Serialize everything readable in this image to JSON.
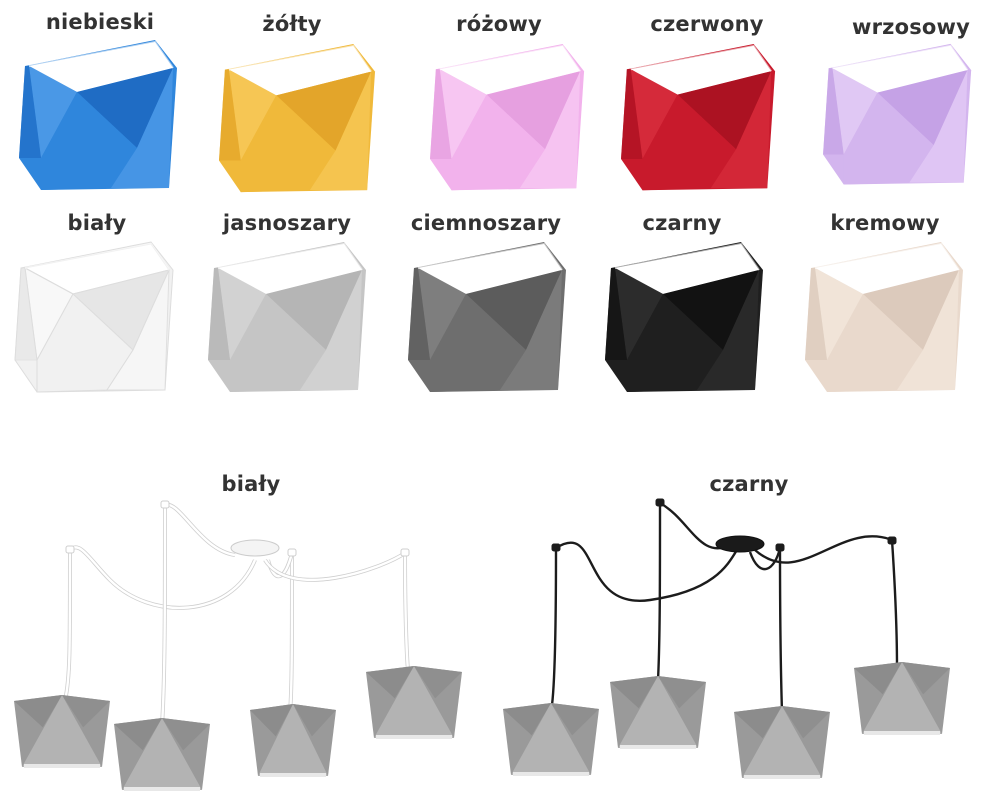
{
  "swatches": [
    {
      "name": "niebieski",
      "color": "#2f86dc",
      "dark": "#1f6cc4",
      "light": "#4a98e6"
    },
    {
      "name": "żółty",
      "color": "#f0b93a",
      "dark": "#e3a52a",
      "light": "#f6c654"
    },
    {
      "name": "różowy",
      "color": "#f2b2ec",
      "dark": "#e6a0e0",
      "light": "#f7c6f2"
    },
    {
      "name": "czerwony",
      "color": "#c81a2c",
      "dark": "#ac1222",
      "light": "#d52a3a"
    },
    {
      "name": "wrzosowy",
      "color": "#d3b5ee",
      "dark": "#c5a2e6",
      "light": "#e0c8f4"
    },
    {
      "name": "biały",
      "color": "#f1f1f1",
      "dark": "#e6e6e6",
      "light": "#f8f8f8"
    },
    {
      "name": "jasnoszary",
      "color": "#c5c5c5",
      "dark": "#b5b5b5",
      "light": "#d2d2d2"
    },
    {
      "name": "ciemnoszary",
      "color": "#6e6e6e",
      "dark": "#5c5c5c",
      "light": "#7e7e7e"
    },
    {
      "name": "czarny",
      "color": "#1f1f1f",
      "dark": "#121212",
      "light": "#2c2c2c"
    },
    {
      "name": "kremowy",
      "color": "#e9d9cc",
      "dark": "#dccabc",
      "light": "#f1e4d8"
    }
  ],
  "lamps": [
    {
      "label": "biały",
      "cord_color": "#ffffff",
      "cord_outline": "#cfcfcf",
      "canopy_color": "#f4f4f4"
    },
    {
      "label": "czarny",
      "cord_color": "#1c1c1c",
      "cord_outline": "#1c1c1c",
      "canopy_color": "#1a1a1a"
    }
  ],
  "pendant_shade_color": "#9a9a9a"
}
